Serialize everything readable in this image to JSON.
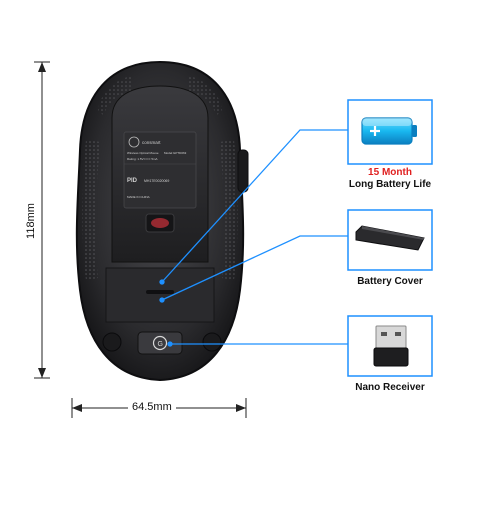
{
  "dimensions": {
    "height": "118mm",
    "width": "64.5mm"
  },
  "mouse_label": {
    "brand": "consmart",
    "line1": "Wireless Optical Mouse",
    "line2": "Model:GPTD063",
    "line3": "Rating: 1.5V==== 5mA",
    "pid_label": "PID",
    "pid_value": "MH17E0020069",
    "origin": "MADE IN CHINA"
  },
  "callouts": {
    "battery": {
      "highlight": "15 Month",
      "label": "Long Battery Life"
    },
    "cover": {
      "label": "Battery Cover"
    },
    "receiver": {
      "label": "Nano Receiver"
    }
  },
  "colors": {
    "accent_line": "#1e90ff",
    "frame": "#1e90ff",
    "highlight": "#e02020",
    "battery_fill": "#19b8f0",
    "mouse_body": "#2c2c2e"
  }
}
